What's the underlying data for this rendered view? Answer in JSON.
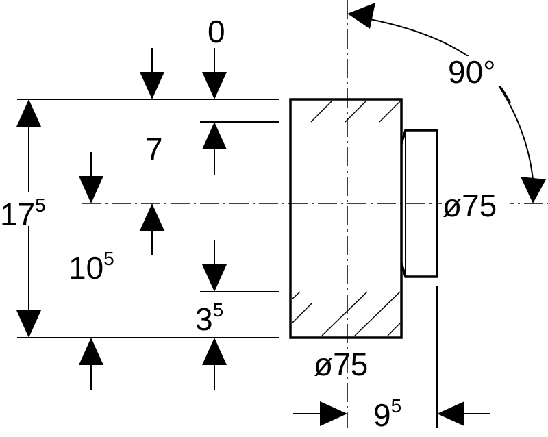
{
  "labels": {
    "zero": "0",
    "seven": "7",
    "ten_half": {
      "base": "10",
      "sup": "5"
    },
    "three_half": {
      "base": "3",
      "sup": "5"
    },
    "seventeen_half": {
      "base": "17",
      "sup": "5"
    },
    "nine_half": {
      "base": "9",
      "sup": "5"
    },
    "angle": "90°",
    "dia_right": "ø75",
    "dia_bottom": "ø75"
  }
}
